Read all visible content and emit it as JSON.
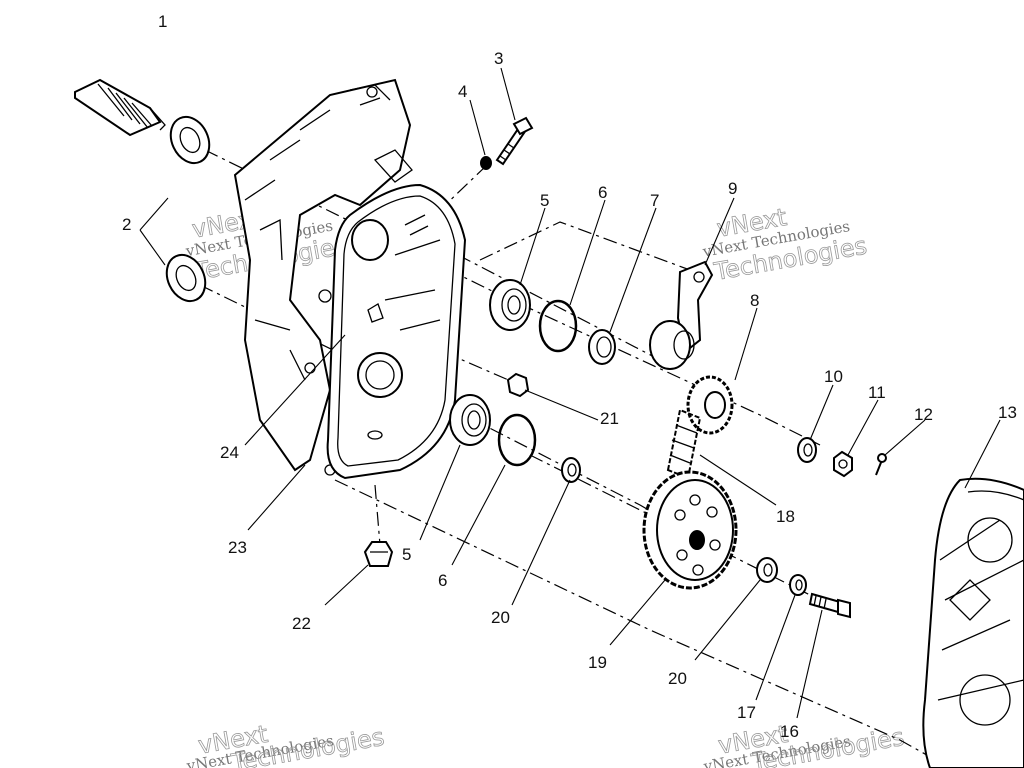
{
  "callouts": [
    {
      "id": "c1",
      "text": "1"
    },
    {
      "id": "c2",
      "text": "2"
    },
    {
      "id": "c3",
      "text": "3"
    },
    {
      "id": "c4",
      "text": "4"
    },
    {
      "id": "c5a",
      "text": "5"
    },
    {
      "id": "c5b",
      "text": "5"
    },
    {
      "id": "c6a",
      "text": "6"
    },
    {
      "id": "c6b",
      "text": "6"
    },
    {
      "id": "c7",
      "text": "7"
    },
    {
      "id": "c8",
      "text": "8"
    },
    {
      "id": "c9",
      "text": "9"
    },
    {
      "id": "c10",
      "text": "10"
    },
    {
      "id": "c11",
      "text": "11"
    },
    {
      "id": "c12",
      "text": "12"
    },
    {
      "id": "c13",
      "text": "13"
    },
    {
      "id": "c16",
      "text": "16"
    },
    {
      "id": "c17",
      "text": "17"
    },
    {
      "id": "c18",
      "text": "18"
    },
    {
      "id": "c19",
      "text": "19"
    },
    {
      "id": "c20a",
      "text": "20"
    },
    {
      "id": "c20b",
      "text": "20"
    },
    {
      "id": "c21",
      "text": "21"
    },
    {
      "id": "c22",
      "text": "22"
    },
    {
      "id": "c23",
      "text": "23"
    },
    {
      "id": "c24",
      "text": "24"
    }
  ],
  "watermark": {
    "line1": "vNext Technologies",
    "line2": "Technologies",
    "line3": "vNext"
  }
}
